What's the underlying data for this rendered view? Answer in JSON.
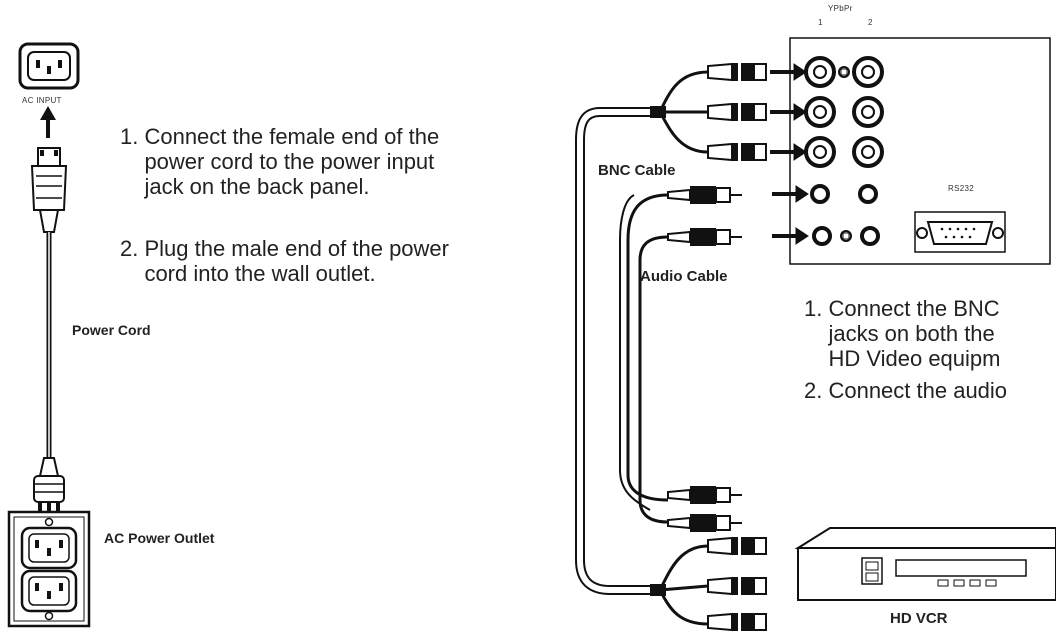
{
  "left": {
    "ac_input_label": "AC INPUT",
    "step1": "1. Connect the female end of the\n    power cord to the power input\n    jack on the back panel.",
    "step2": "2. Plug the male end of the power\n    cord into the wall outlet.",
    "power_cord_label": "Power Cord",
    "outlet_label": "AC Power Outlet"
  },
  "right": {
    "ypbpr_label": "YPbPr",
    "jack_1": "1",
    "jack_2": "2",
    "rs232_label": "RS232",
    "bnc_cable_label": "BNC Cable",
    "audio_cable_label": "Audio Cable",
    "step1": "1. Connect the BNC\n    jacks on both the\n    HD Video equipm",
    "step2": "2. Connect the audio",
    "vcr_label": "HD VCR"
  }
}
